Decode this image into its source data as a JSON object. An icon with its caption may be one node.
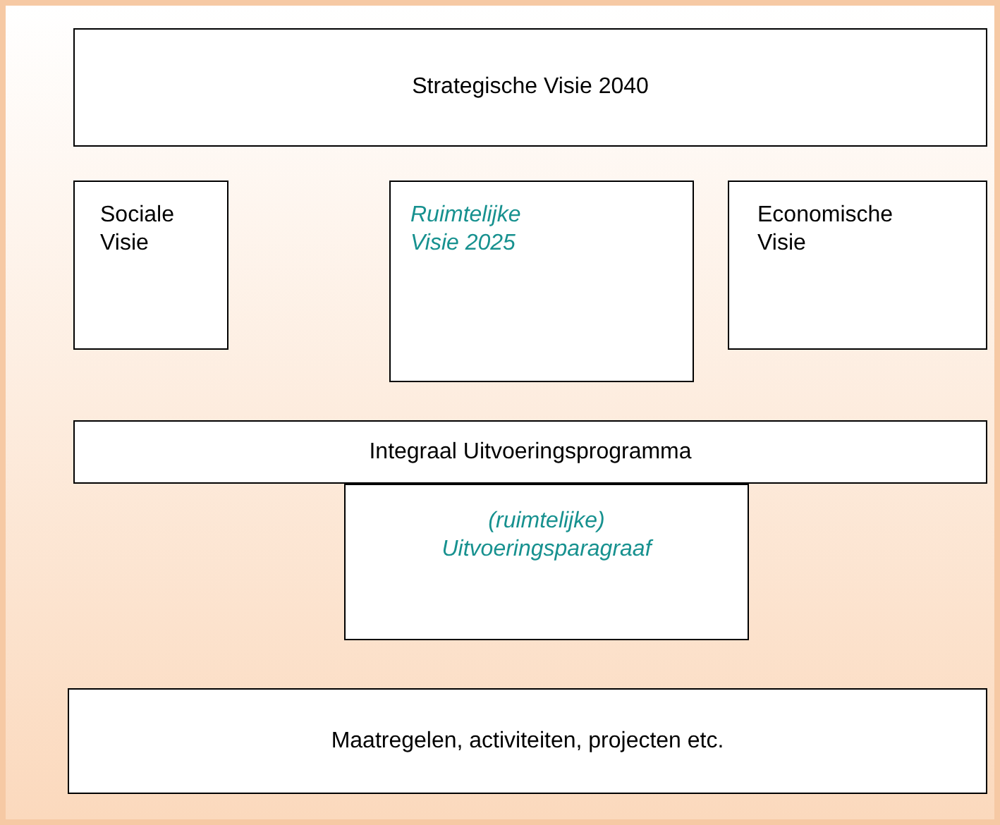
{
  "diagram": {
    "nodes": [
      {
        "text": [
          "Strategische Visie 2040"
        ]
      },
      {
        "text": [
          "Sociale Visie"
        ]
      },
      {
        "text": [
          "Ruimtelijke Visie  2025"
        ]
      },
      {
        "text": [
          "Economische Visie"
        ]
      },
      {
        "text": [
          "Integraal Uitvoeringsprogramma"
        ]
      },
      {
        "text": [
          "(ruimtelijke) Uitvoeringsparagraaf"
        ]
      },
      {
        "text": [
          "Maatregelen, activiteiten, projecten etc."
        ]
      }
    ]
  }
}
